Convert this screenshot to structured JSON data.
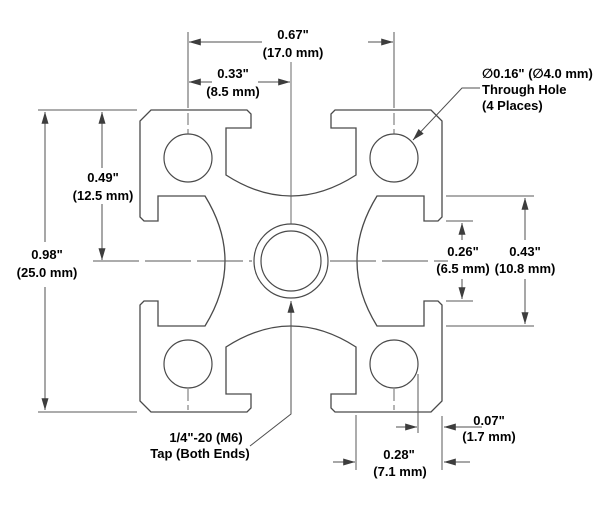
{
  "drawing": {
    "description": "Cross-section technical drawing of 25 mm T-slotted construction rail",
    "colors": {
      "background": "#ffffff",
      "line": "#4a4a4a",
      "text": "#000000"
    },
    "dims": {
      "hole_spacing": {
        "inches": "0.67\"",
        "metric": "(17.0 mm)"
      },
      "hole_offset": {
        "inches": "0.33\"",
        "metric": "(8.5 mm)"
      },
      "center_height": {
        "inches": "0.49\"",
        "metric": "(12.5 mm)"
      },
      "overall_height": {
        "inches": "0.98\"",
        "metric": "(25.0 mm)"
      },
      "slot_opening": {
        "inches": "0.26\"",
        "metric": "(6.5 mm)"
      },
      "slot_width": {
        "inches": "0.43\"",
        "metric": "(10.8 mm)"
      },
      "wall_thickness": {
        "inches": "0.07\"",
        "metric": "(1.7 mm)"
      },
      "block_width": {
        "inches": "0.28\"",
        "metric": "(7.1 mm)"
      }
    },
    "callouts": {
      "through_hole": {
        "line1": "∅0.16\" (∅4.0 mm)",
        "line2": "Through Hole",
        "line3": "(4 Places)"
      },
      "tap": {
        "line1": "1/4\"-20 (M6)",
        "line2": "Tap (Both Ends)"
      }
    }
  }
}
